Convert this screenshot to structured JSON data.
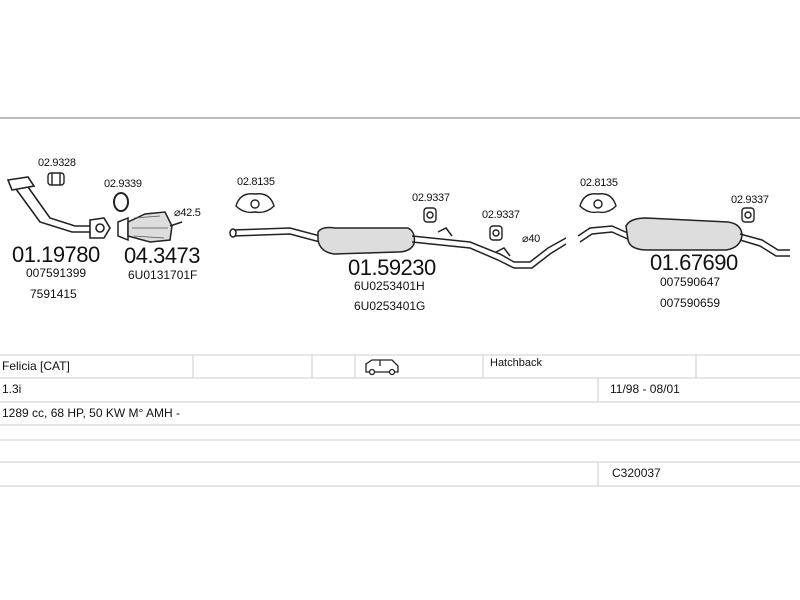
{
  "parts": {
    "p1": {
      "clamp": "02.9328",
      "number": "01.19780",
      "refs": [
        "007591399",
        "7591415"
      ]
    },
    "p2": {
      "gasket": "02.9339",
      "number": "04.3473",
      "ref": "6U0131701F",
      "diameter": "⌀42.5"
    },
    "p3": {
      "hanger_a": "02.8135",
      "hanger_b": "02.9337",
      "number": "01.59230",
      "refs": [
        "6U0253401H",
        "6U0253401G"
      ]
    },
    "p4": {
      "hanger": "02.9337",
      "diameter": "⌀40"
    },
    "p5": {
      "hanger_a": "02.8135",
      "hanger_b": "02.9337",
      "number": "01.67690",
      "refs": [
        "007590647",
        "007590659"
      ]
    }
  },
  "vehicle": {
    "model": "Felicia  [CAT]",
    "body": "Hatchback",
    "engine": "1.3i",
    "years": "11/98 - 08/01",
    "spec": "1289 cc, 68 HP, 50 KW M° AMH -",
    "code": "C320037",
    "body_icon": "car-estate-icon"
  }
}
